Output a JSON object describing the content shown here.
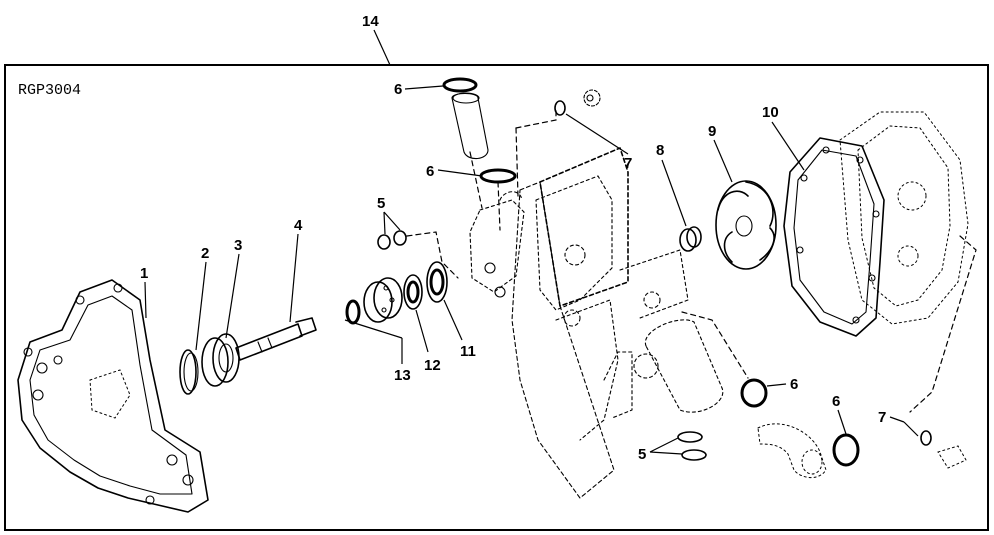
{
  "figure": {
    "reference_code": "RGP3004",
    "assembly_callout": "14"
  },
  "callouts": {
    "c1": "1",
    "c2": "2",
    "c3": "3",
    "c4": "4",
    "c5_upper": "5",
    "c5_lower": "5",
    "c6_top": "6",
    "c6_second": "6",
    "c6_lower_mid": "6",
    "c6_lower_right": "6",
    "c7_top": "7",
    "c7_lower": "7",
    "c8": "8",
    "c9": "9",
    "c10": "10",
    "c11": "11",
    "c12": "12",
    "c13": "13"
  }
}
